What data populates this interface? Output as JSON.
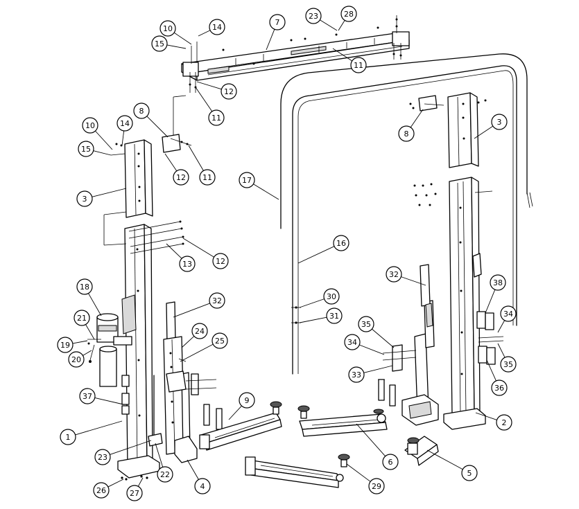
{
  "diagram": {
    "type": "exploded-parts-view",
    "callouts": [
      {
        "label": "1"
      },
      {
        "label": "2"
      },
      {
        "label": "3"
      },
      {
        "label": "3"
      },
      {
        "label": "4"
      },
      {
        "label": "5"
      },
      {
        "label": "6"
      },
      {
        "label": "7"
      },
      {
        "label": "8"
      },
      {
        "label": "8"
      },
      {
        "label": "9"
      },
      {
        "label": "10"
      },
      {
        "label": "10"
      },
      {
        "label": "11"
      },
      {
        "label": "11"
      },
      {
        "label": "11"
      },
      {
        "label": "12"
      },
      {
        "label": "12"
      },
      {
        "label": "12"
      },
      {
        "label": "13"
      },
      {
        "label": "14"
      },
      {
        "label": "14"
      },
      {
        "label": "15"
      },
      {
        "label": "15"
      },
      {
        "label": "16"
      },
      {
        "label": "17"
      },
      {
        "label": "18"
      },
      {
        "label": "19"
      },
      {
        "label": "20"
      },
      {
        "label": "21"
      },
      {
        "label": "22"
      },
      {
        "label": "23"
      },
      {
        "label": "23"
      },
      {
        "label": "24"
      },
      {
        "label": "25"
      },
      {
        "label": "26"
      },
      {
        "label": "27"
      },
      {
        "label": "28"
      },
      {
        "label": "29"
      },
      {
        "label": "30"
      },
      {
        "label": "31"
      },
      {
        "label": "32"
      },
      {
        "label": "32"
      },
      {
        "label": "33"
      },
      {
        "label": "34"
      },
      {
        "label": "34"
      },
      {
        "label": "35"
      },
      {
        "label": "35"
      },
      {
        "label": "36"
      },
      {
        "label": "37"
      },
      {
        "label": "38"
      }
    ]
  }
}
